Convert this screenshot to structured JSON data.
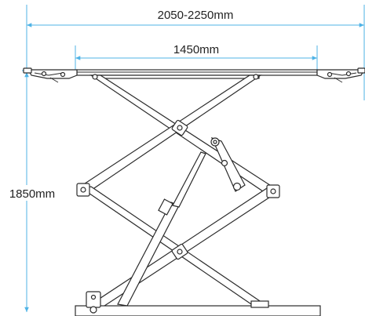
{
  "dimensions": {
    "overall_width": "2050-2250mm",
    "inner_width": "1450mm",
    "height": "1850mm"
  },
  "colors": {
    "dimension_line": "#4fb3e6",
    "outline": "#2b2b2b",
    "background": "#ffffff"
  }
}
